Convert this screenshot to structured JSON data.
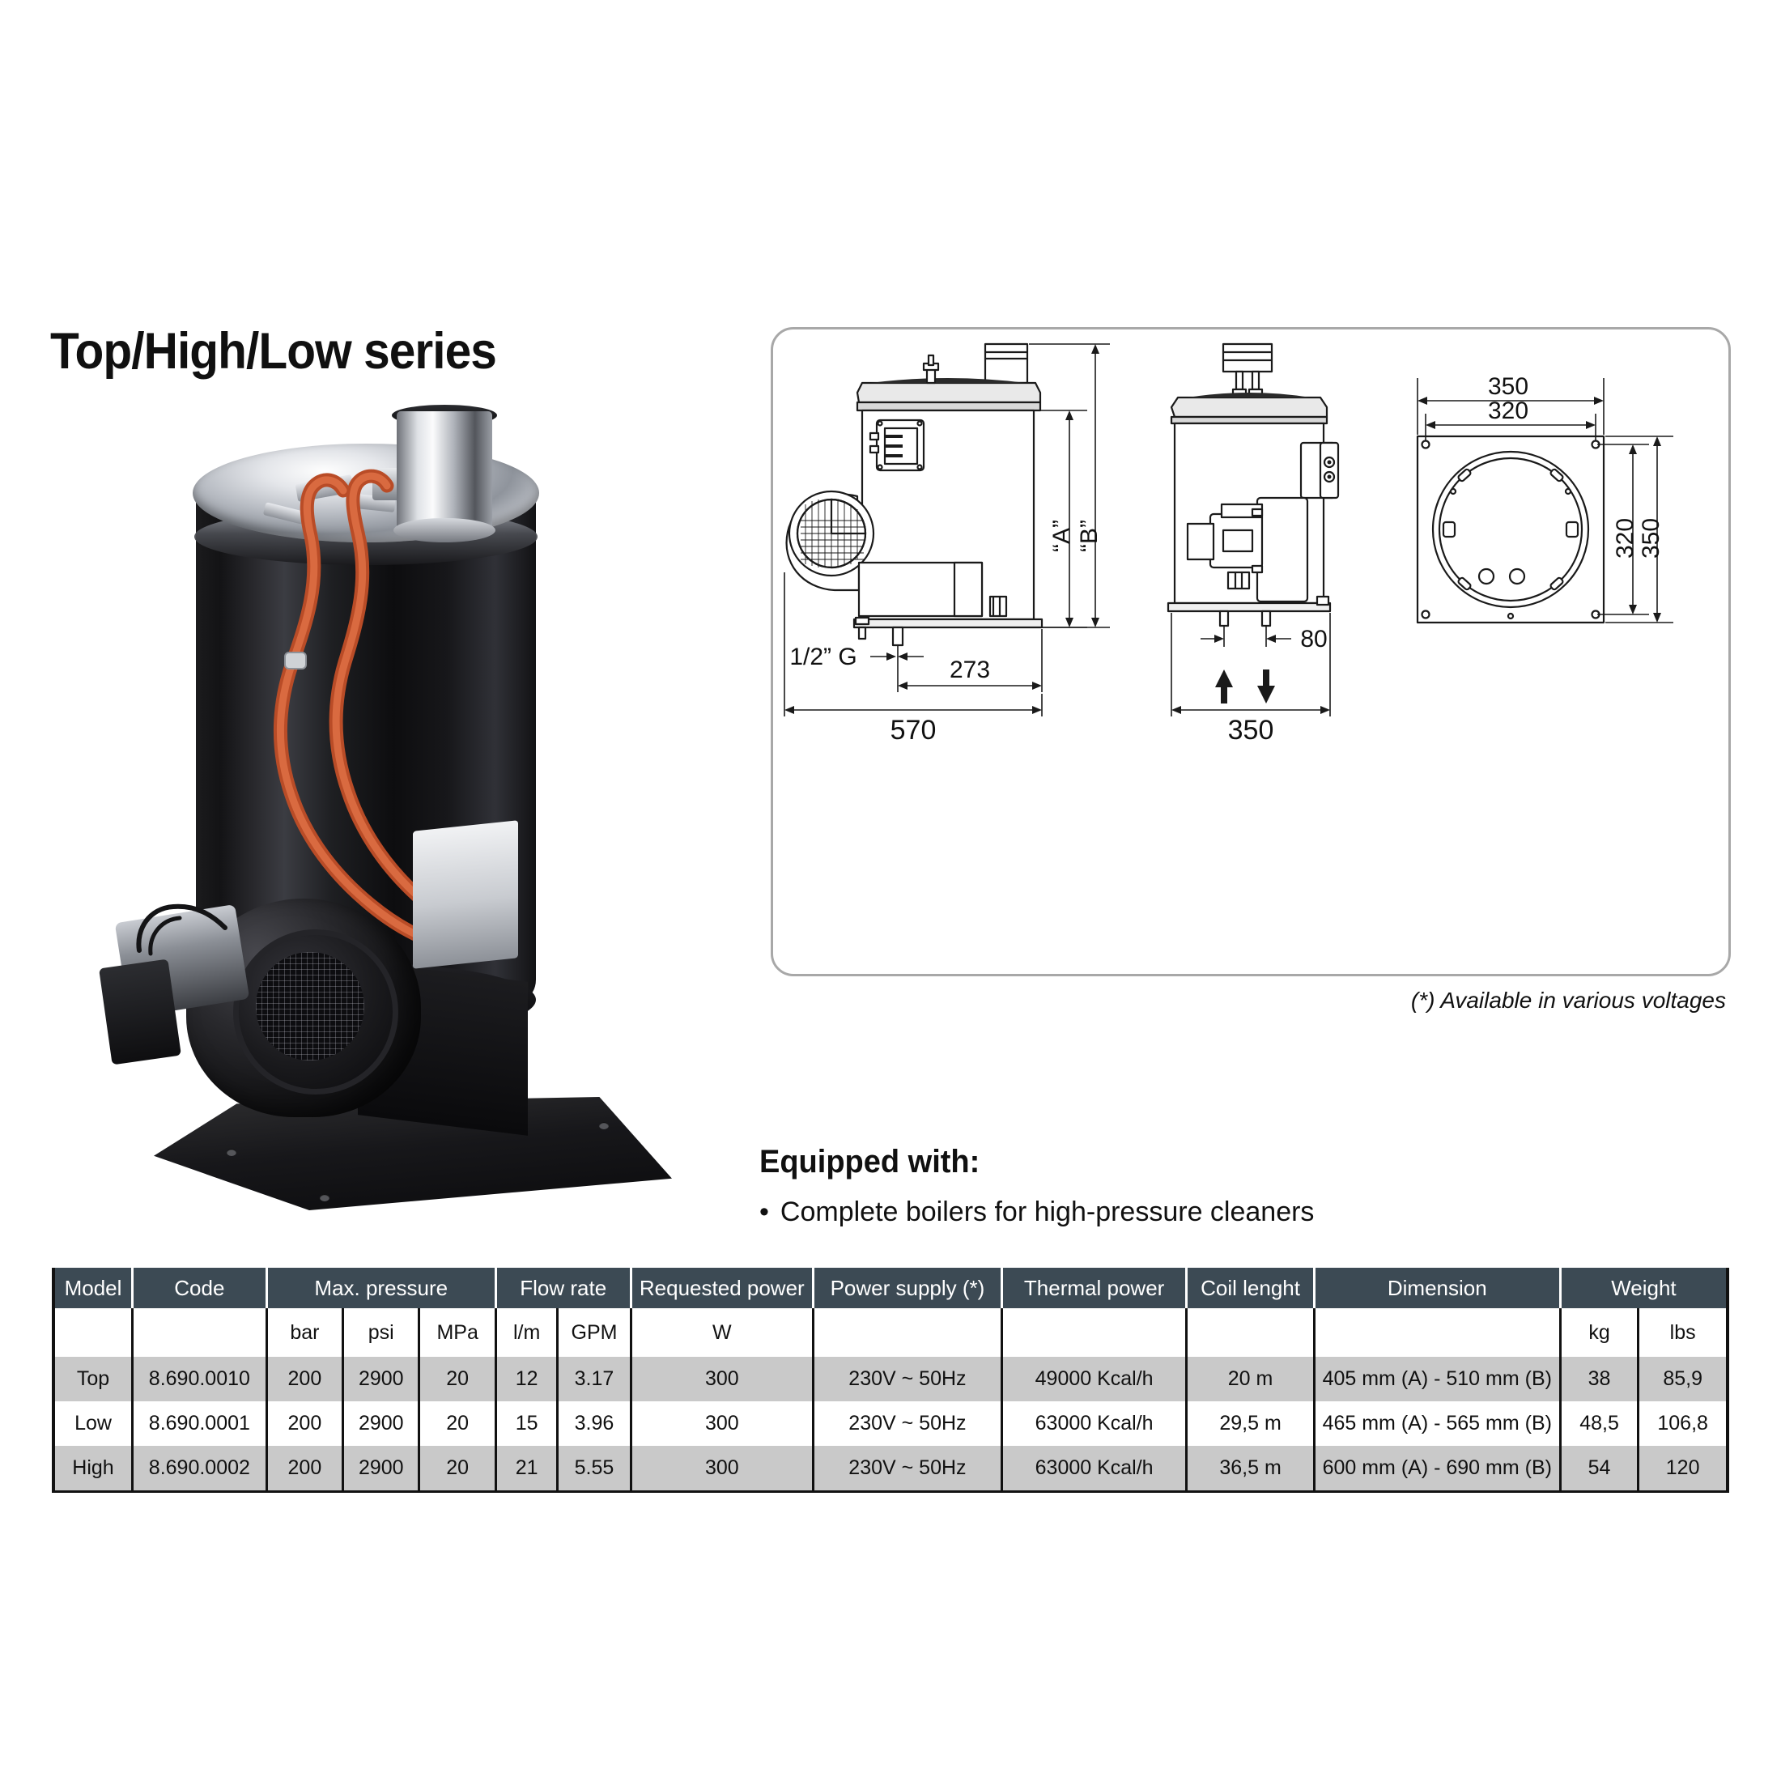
{
  "title": "Top/High/Low series",
  "voltage_note": "(*) Available in various voltages",
  "equipped": {
    "heading": "Equipped with:",
    "bullet_glyph": "•",
    "items": [
      "Complete boilers for high-pressure cleaners"
    ]
  },
  "drawings": {
    "side_view": {
      "height_a_label": "“A”",
      "height_b_label": "“B”",
      "thread_label": "1/2” G",
      "depth_offset": "273",
      "total_length": "570"
    },
    "front_view": {
      "nozzle_spacing": "80",
      "width": "350"
    },
    "base_plate": {
      "outer_width": "350",
      "bolt_width": "320",
      "bolt_height": "320",
      "outer_height": "350"
    }
  },
  "table": {
    "header_groups": [
      {
        "label": "Model",
        "span": 1
      },
      {
        "label": "Code",
        "span": 1
      },
      {
        "label": "Max. pressure",
        "span": 3
      },
      {
        "label": "Flow rate",
        "span": 2
      },
      {
        "label": "Requested power",
        "span": 1
      },
      {
        "label": "Power supply (*)",
        "span": 1
      },
      {
        "label": "Thermal power",
        "span": 1
      },
      {
        "label": "Coil lenght",
        "span": 1
      },
      {
        "label": "Dimension",
        "span": 1
      },
      {
        "label": "Weight",
        "span": 2
      }
    ],
    "units_row": [
      "",
      "",
      "bar",
      "psi",
      "MPa",
      "l/m",
      "GPM",
      "W",
      "",
      "",
      "",
      "",
      "kg",
      "lbs"
    ],
    "rows": [
      {
        "model": "Top",
        "code": "8.690.0010",
        "bar": "200",
        "psi": "2900",
        "mpa": "20",
        "lm": "12",
        "gpm": "3.17",
        "watt": "300",
        "power_supply": "230V ~ 50Hz",
        "thermal_power": "49000 Kcal/h",
        "coil_length": "20 m",
        "dimension": "405 mm (A) - 510 mm (B)",
        "kg": "38",
        "lbs": "85,9"
      },
      {
        "model": "Low",
        "code": "8.690.0001",
        "bar": "200",
        "psi": "2900",
        "mpa": "20",
        "lm": "15",
        "gpm": "3.96",
        "watt": "300",
        "power_supply": "230V ~ 50Hz",
        "thermal_power": "63000 Kcal/h",
        "coil_length": "29,5 m",
        "dimension": "465 mm (A) - 565 mm (B)",
        "kg": "48,5",
        "lbs": "106,8"
      },
      {
        "model": "High",
        "code": "8.690.0002",
        "bar": "200",
        "psi": "2900",
        "mpa": "20",
        "lm": "21",
        "gpm": "5.55",
        "watt": "300",
        "power_supply": "230V ~ 50Hz",
        "thermal_power": "63000 Kcal/h",
        "coil_length": "36,5 m",
        "dimension": "600 mm (A) - 690 mm (B)",
        "kg": "54",
        "lbs": "120"
      }
    ]
  },
  "colors": {
    "header_bg": "#3c4a54",
    "row_alt_bg": "#c9c9c9",
    "row_bg": "#ffffff",
    "border": "#111111",
    "panel_border": "#a8a8a8",
    "hose": "#c4562f"
  }
}
